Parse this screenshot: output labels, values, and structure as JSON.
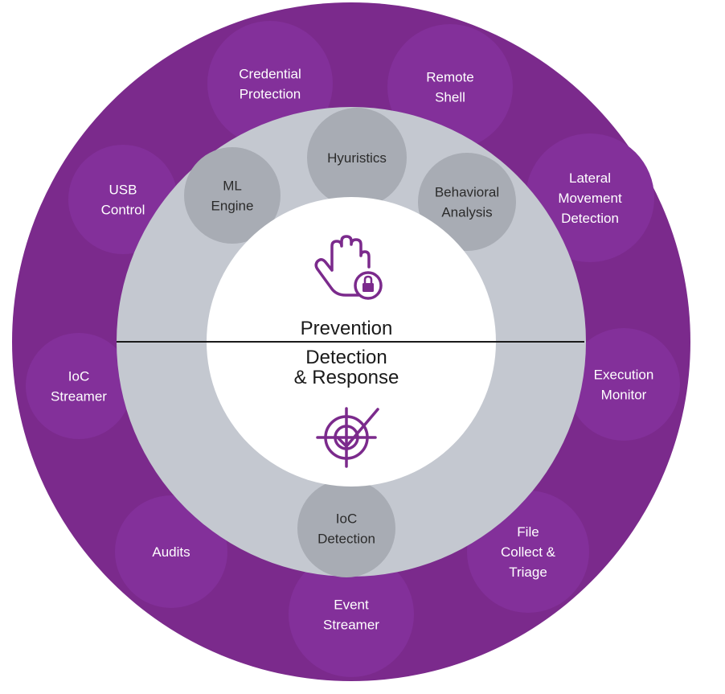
{
  "colors": {
    "outer_ring": "#7b2a8c",
    "outer_bubble": "#83309a",
    "middle_ring": "#c4c8d0",
    "inner_bubble": "#a8acb4",
    "center": "#ffffff",
    "icon": "#7b2a8c",
    "divider": "#1a1a1a"
  },
  "center": {
    "prevention": "Prevention",
    "detection_line1": "Detection",
    "detection_line2": "& Response",
    "prevention_icon": "hand-lock-icon",
    "detection_icon": "target-check-icon"
  },
  "outer_items": [
    {
      "id": "credential-protection",
      "lines": [
        "Credential",
        "Protection"
      ]
    },
    {
      "id": "remote-shell",
      "lines": [
        "Remote",
        "Shell"
      ]
    },
    {
      "id": "lateral-movement-detection",
      "lines": [
        "Lateral",
        "Movement",
        "Detection"
      ]
    },
    {
      "id": "execution-monitor",
      "lines": [
        "Execution",
        "Monitor"
      ]
    },
    {
      "id": "file-collect-triage",
      "lines": [
        "File",
        "Collect &",
        "Triage"
      ]
    },
    {
      "id": "event-streamer",
      "lines": [
        "Event",
        "Streamer"
      ]
    },
    {
      "id": "audits",
      "lines": [
        "Audits"
      ]
    },
    {
      "id": "ioc-streamer",
      "lines": [
        "IoC",
        "Streamer"
      ]
    },
    {
      "id": "usb-control",
      "lines": [
        "USB",
        "Control"
      ]
    }
  ],
  "inner_items": [
    {
      "id": "ml-engine",
      "lines": [
        "ML",
        "Engine"
      ]
    },
    {
      "id": "hyuristics",
      "lines": [
        "Hyuristics"
      ]
    },
    {
      "id": "behavioral-analysis",
      "lines": [
        "Behavioral",
        "Analysis"
      ]
    },
    {
      "id": "ioc-detection",
      "lines": [
        "IoC",
        "Detection"
      ]
    }
  ]
}
